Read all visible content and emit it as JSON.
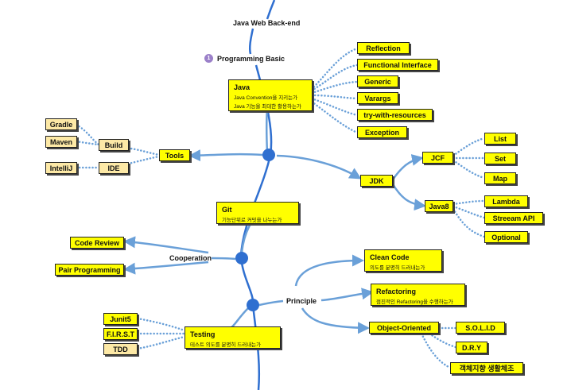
{
  "root": "Java Web Back-end",
  "section": {
    "number": "1",
    "title": "Programming Basic"
  },
  "colors": {
    "spine": "#2f6fd0",
    "link": "#6aa0d8",
    "node": "#ffff00",
    "leaf": "#fde9a6"
  },
  "java": {
    "title": "Java",
    "lines": [
      "Java Convention을 지키는가",
      "Java 기능을 최대한 활용하는가"
    ]
  },
  "java_topics": [
    "Reflection",
    "Functional Interface",
    "Generic",
    "Varargs",
    "try-with-resources",
    "Exception"
  ],
  "tools": {
    "label": "Tools",
    "build": "Build",
    "ide": "IDE",
    "build_tools": [
      "Gradle",
      "Maven"
    ],
    "ide_tools": [
      "IntelliJ"
    ]
  },
  "jdk": {
    "label": "JDK",
    "jcf": {
      "label": "JCF",
      "items": [
        "List",
        "Set",
        "Map"
      ]
    },
    "java8": {
      "label": "Java8",
      "items": [
        "Lambda",
        "Streeam API",
        "Optional"
      ]
    }
  },
  "git": {
    "title": "Git",
    "line": "기능단위로 커밋을 나누는가"
  },
  "cooperation": {
    "label": "Cooperation",
    "items": [
      "Code Review",
      "Pair Programming"
    ]
  },
  "principle": {
    "label": "Principle",
    "clean_code": {
      "title": "Clean Code",
      "line": "의도를 분명히 드러내는가"
    },
    "refactoring": {
      "title": "Refactoring",
      "line": "점진적인 Refactoring을 수행하는가"
    },
    "oo": {
      "label": "Object-Oriented",
      "items": [
        "S.O.L.I.D",
        "D.R.Y",
        "객체지향 생활체조"
      ]
    }
  },
  "testing": {
    "title": "Testing",
    "line": "테스트 의도를 분명히 드러내는가",
    "items": [
      "Junit5",
      "F.I.R.S.T",
      "TDD"
    ]
  }
}
